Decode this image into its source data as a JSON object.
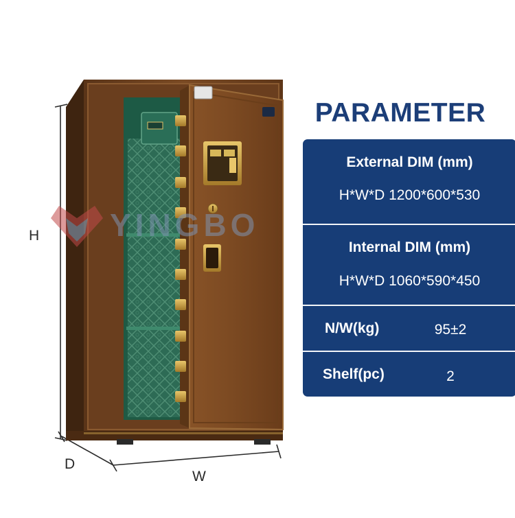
{
  "watermark": {
    "text": "YINGBO"
  },
  "dimensions": {
    "height_label": "H",
    "depth_label": "D",
    "width_label": "W"
  },
  "parameter": {
    "title": "PARAMETER",
    "external_dim": {
      "label": "External DIM (mm)",
      "value": "H*W*D 1200*600*530"
    },
    "internal_dim": {
      "label": "Internal DIM (mm)",
      "value": "H*W*D 1060*590*450"
    },
    "net_weight": {
      "label": "N/W(kg)",
      "value": "95±2"
    },
    "shelf": {
      "label": "Shelf(pc)",
      "value": "2"
    }
  },
  "colors": {
    "panel": "#173d77",
    "title": "#1c3e78",
    "safe_body": "#6e4020",
    "safe_interior": "#235c48",
    "gold": "#c8a040"
  }
}
